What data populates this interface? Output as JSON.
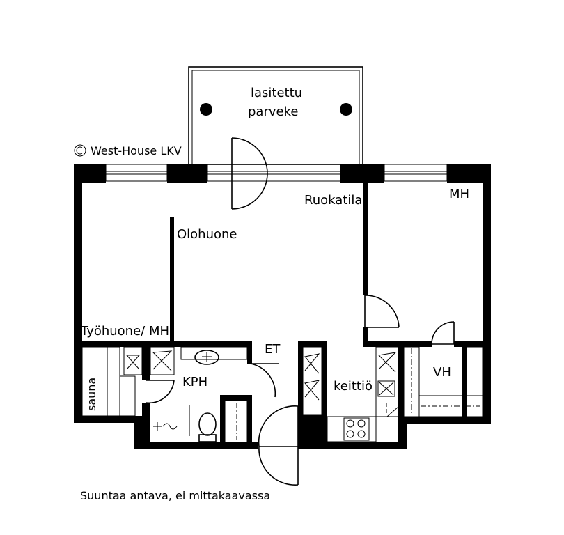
{
  "labels": {
    "balcony_line1": "lasitettu",
    "balcony_line2": "parveke",
    "copyright": "West-House LKV",
    "dining": "Ruokatila",
    "bedroom": "MH",
    "living": "Olohuone",
    "study": "Työhuone/ MH",
    "entrance": "ET",
    "bathroom": "KPH",
    "sauna": "sauna",
    "kitchen": "keittiö",
    "wardrobe": "VH",
    "disclaimer": "Suuntaa antava, ei mittakaavassa"
  },
  "icons": [
    "copyright-icon",
    "door-swing-icon",
    "stove-icon",
    "toilet-icon",
    "sink-icon",
    "shower-icon"
  ]
}
